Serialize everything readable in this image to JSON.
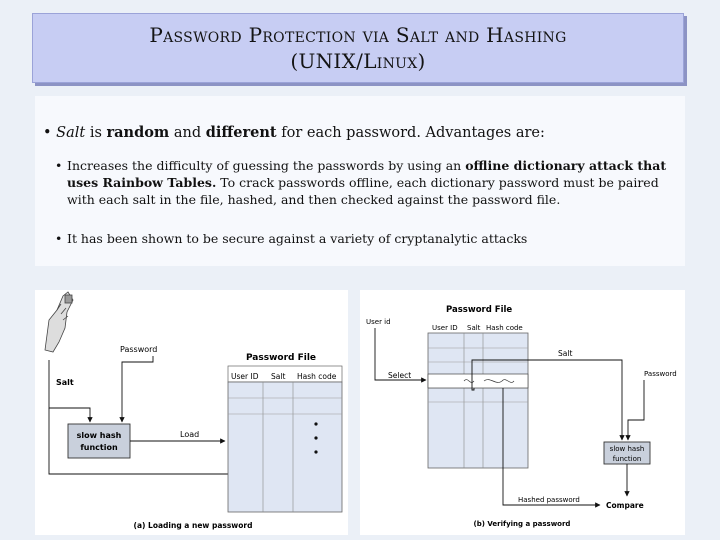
{
  "title": {
    "line1": "Password Protection via Salt and Hashing",
    "line2": "(UNIX/Linux)"
  },
  "bullets": {
    "main": {
      "salt": "Salt",
      "t1": " is ",
      "random": "random",
      "t2": " and ",
      "different": "different",
      "t3": " for each password. Advantages are:"
    },
    "sub1": {
      "t1": "Increases the difficulty of guessing the passwords by using an ",
      "bold": "offline dictionary attack that uses Rainbow Tables.",
      "t2": " To crack passwords offline, each dictionary password must be paired with each salt in the file, hashed, and then checked against the password file."
    },
    "sub2": "It has been shown to be secure against a variety of cryptanalytic attacks"
  },
  "diagram_a": {
    "password": "Password",
    "salt": "Salt",
    "file_title": "Password File",
    "col_userid": "User ID",
    "col_salt": "Salt",
    "col_hash": "Hash code",
    "hash_box_line1": "slow hash",
    "hash_box_line2": "function",
    "load": "Load",
    "caption": "(a) Loading a new password"
  },
  "diagram_b": {
    "file_title": "Password File",
    "user_id": "User id",
    "col_userid": "User ID",
    "col_salt": "Salt",
    "col_hash": "Hash code",
    "select": "Select",
    "salt": "Salt",
    "password": "Password",
    "hash_box_line1": "slow hash",
    "hash_box_line2": "function",
    "hashed_password": "Hashed password",
    "compare": "Compare",
    "caption": "(b) Verifying a password"
  },
  "colors": {
    "title_bg": "#c7cdf3",
    "page_bg": "#ebf0f7",
    "file_fill": "#dfe6f3",
    "hash_box_fill": "#c9d0dc"
  }
}
